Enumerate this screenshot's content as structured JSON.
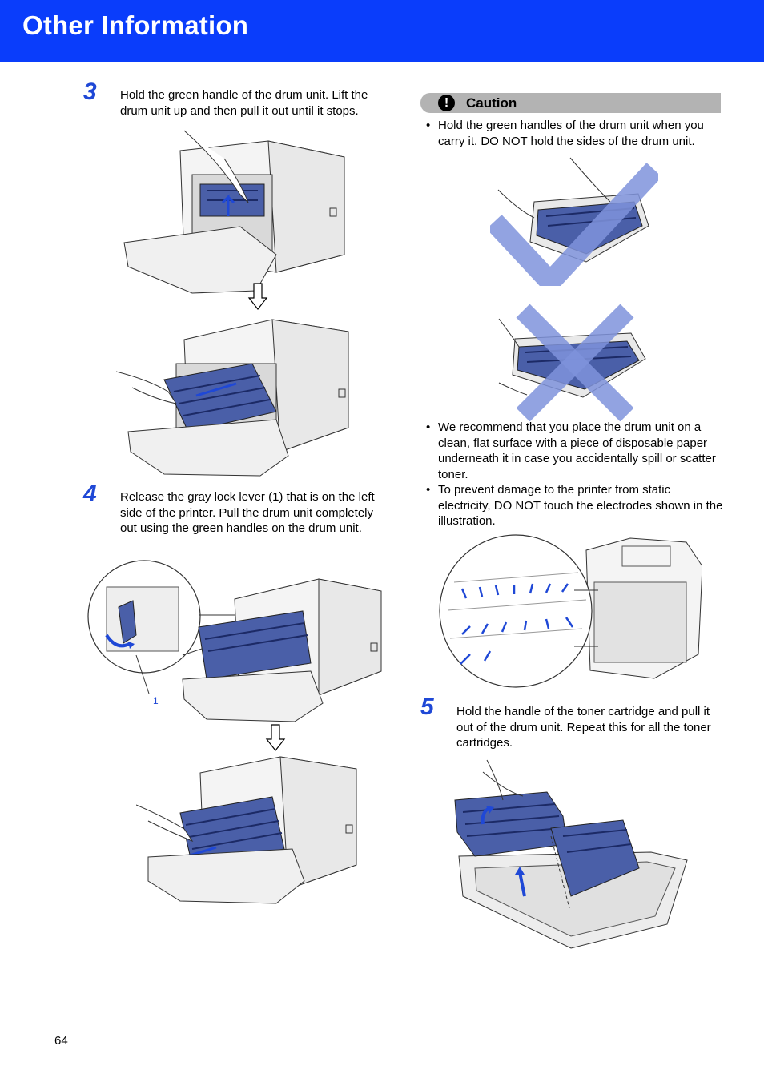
{
  "header": {
    "title": "Other Information"
  },
  "steps": [
    {
      "number": "3",
      "text": "Hold the green handle of the drum unit. Lift the drum unit up and then pull it out until it stops."
    },
    {
      "number": "4",
      "text": "Release the gray lock lever (1) that is on the left side of the printer. Pull the drum unit completely out using the green handles on the drum unit."
    },
    {
      "number": "5",
      "text": "Hold the handle of the toner cartridge and pull it out of the drum unit. Repeat this for all the toner cartridges."
    }
  ],
  "caution": {
    "label": "Caution",
    "bullets": [
      "Hold the green handles of the drum unit when you carry it. DO NOT hold the sides of the drum unit.",
      "We recommend that you place the drum unit on a clean, flat surface with a piece of disposable paper underneath it in case you accidentally spill or scatter toner.",
      "To prevent damage to the printer from static electricity, DO NOT touch the electrodes shown in the illustration."
    ]
  },
  "callouts": {
    "lock_lever": "1"
  },
  "page_number": "64",
  "colors": {
    "header_blue": "#0a3dfb",
    "step_blue": "#1f48d6",
    "caution_gray": "#b3b3b3",
    "cross_blue": "#7f93dc",
    "drum_blue": "#4a5fa8"
  }
}
